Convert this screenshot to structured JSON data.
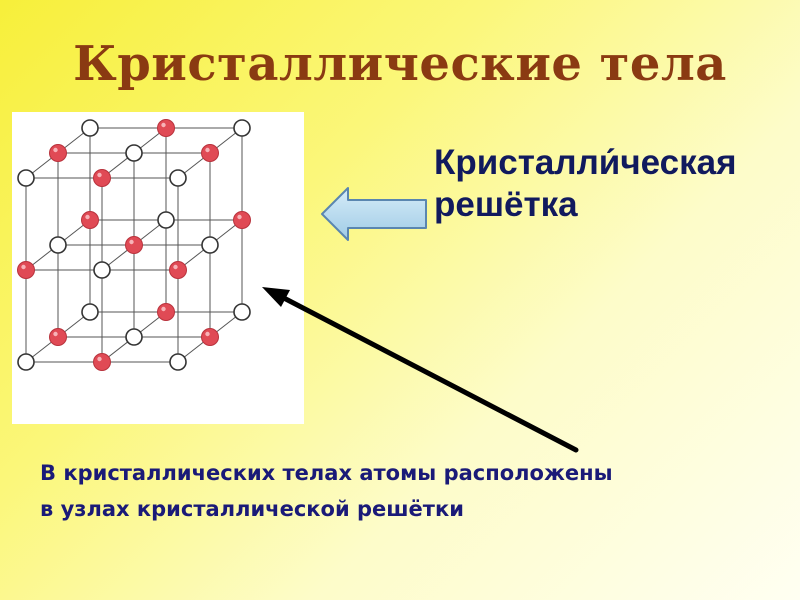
{
  "title": "Кристаллические тела",
  "lattice_label": {
    "line1": "Кристалли́ческая",
    "line2": "решётка"
  },
  "caption": {
    "line1": "В кристаллических телах атомы расположены",
    "line2": "в узлах кристаллической решётки"
  },
  "colors": {
    "title": "#8a3a12",
    "label_text": "#111a5e",
    "caption_text": "#1a1a78",
    "filled_atom": "#e04a55",
    "open_atom": "#ffffff",
    "block_arrow_fill": "#b9dcef",
    "block_arrow_stroke": "#5a86b0",
    "pointer_arrow": "#000000"
  },
  "icons": {
    "block_arrow": "left-block-arrow-icon",
    "pointer_arrow": "diagonal-pointer-arrow-icon"
  }
}
